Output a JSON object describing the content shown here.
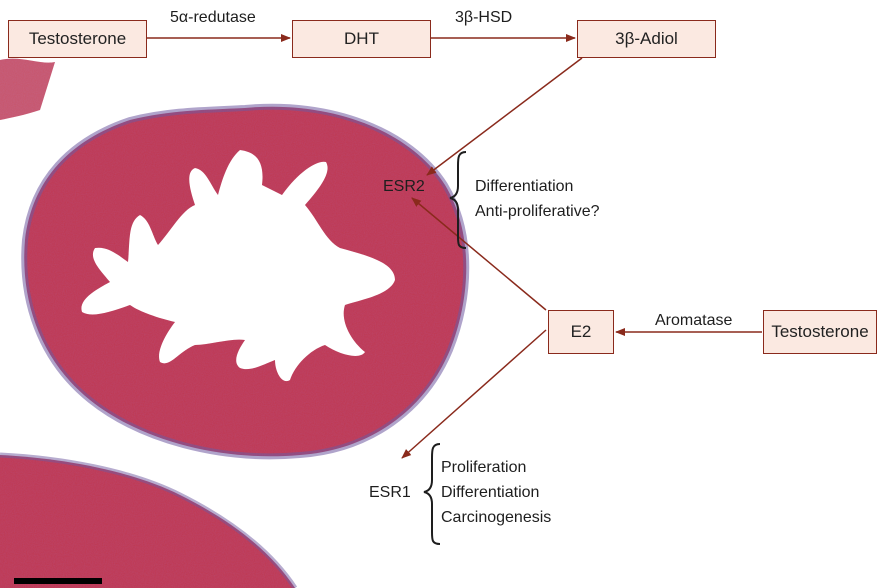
{
  "colors": {
    "box_fill": "#fbe9e1",
    "box_border": "#8a2a1c",
    "arrow": "#8a2a1c",
    "tissue": "#c0394f",
    "tissue_edge": "#6f5aa0"
  },
  "boxes": {
    "testosterone_top": "Testosterone",
    "dht": "DHT",
    "adiol": "3β-Adiol",
    "e2": "E2",
    "testosterone_right": "Testosterone"
  },
  "enzymes": {
    "five_alpha": "5α-redutase",
    "three_beta_hsd": "3β-HSD",
    "aromatase": "Aromatase"
  },
  "receptors": {
    "esr2": {
      "label": "ESR2",
      "effects": [
        "Differentiation",
        "Anti-proliferative?"
      ]
    },
    "esr1": {
      "label": "ESR1",
      "effects": [
        "Proliferation",
        "Differentiation",
        "Carcinogenesis"
      ]
    }
  }
}
